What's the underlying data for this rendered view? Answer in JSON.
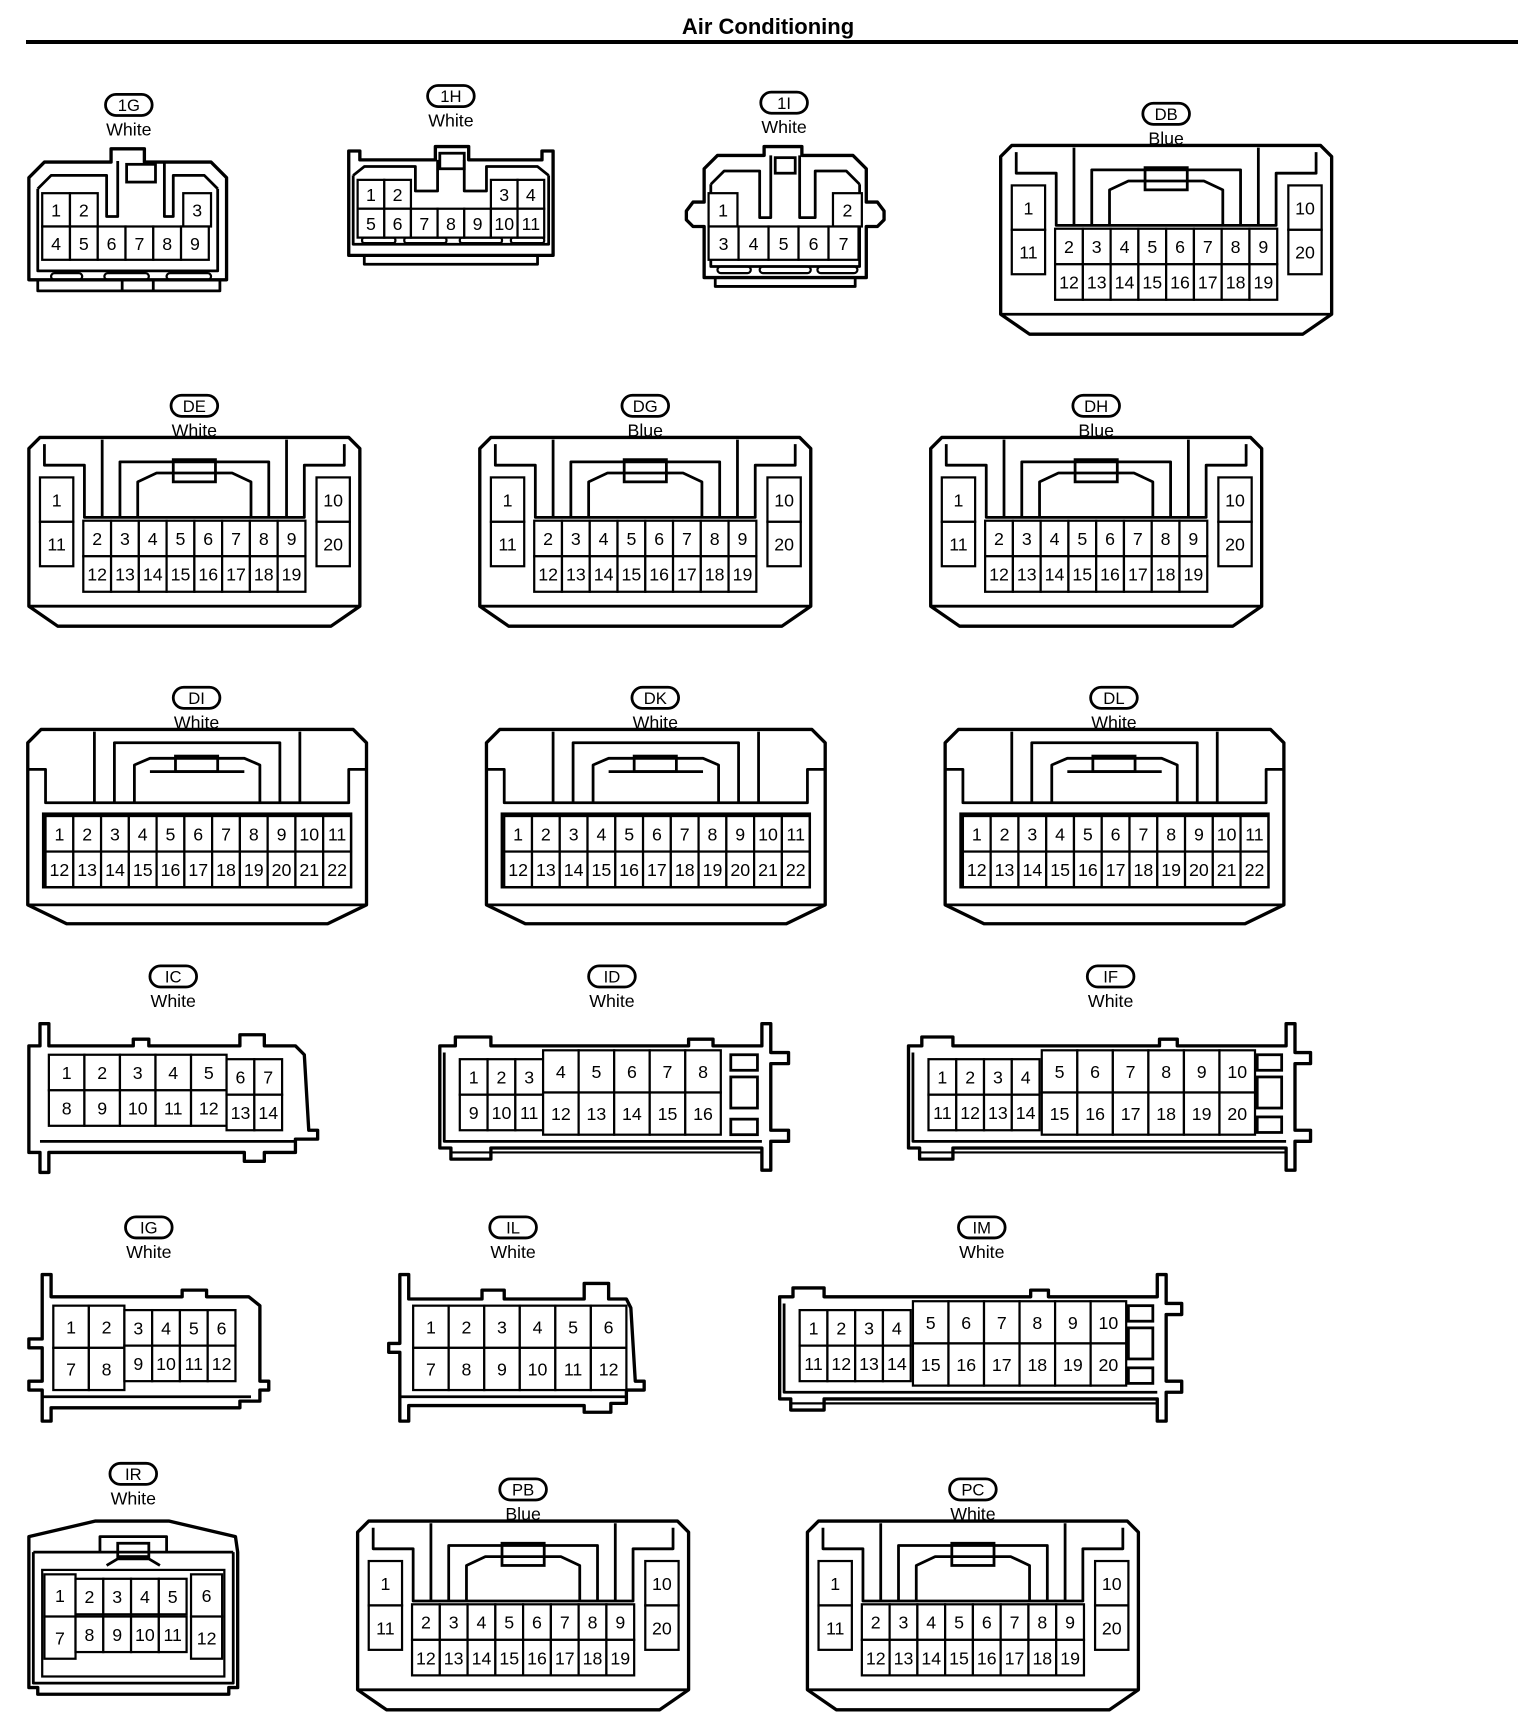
{
  "title": "Air Conditioning",
  "connectors": [
    {
      "code": "1G",
      "color": "White",
      "rows": [
        [
          "1",
          "2",
          "3"
        ],
        [
          "4",
          "5",
          "6",
          "7",
          "8",
          "9"
        ]
      ]
    },
    {
      "code": "1H",
      "color": "White",
      "rows": [
        [
          "1",
          "2",
          "3",
          "4"
        ],
        [
          "5",
          "6",
          "7",
          "8",
          "9",
          "10",
          "11"
        ]
      ]
    },
    {
      "code": "1I",
      "color": "White",
      "rows": [
        [
          "1",
          "2"
        ],
        [
          "3",
          "4",
          "5",
          "6",
          "7"
        ]
      ]
    },
    {
      "code": "DB",
      "color": "Blue",
      "rows": [
        [
          "1",
          "10"
        ],
        [
          "11",
          "20"
        ],
        [
          "2",
          "3",
          "4",
          "5",
          "6",
          "7",
          "8",
          "9"
        ],
        [
          "12",
          "13",
          "14",
          "15",
          "16",
          "17",
          "18",
          "19"
        ]
      ]
    },
    {
      "code": "DE",
      "color": "White",
      "rows": [
        [
          "1",
          "10"
        ],
        [
          "11",
          "20"
        ],
        [
          "2",
          "3",
          "4",
          "5",
          "6",
          "7",
          "8",
          "9"
        ],
        [
          "12",
          "13",
          "14",
          "15",
          "16",
          "17",
          "18",
          "19"
        ]
      ]
    },
    {
      "code": "DG",
      "color": "Blue",
      "rows": [
        [
          "1",
          "10"
        ],
        [
          "11",
          "20"
        ],
        [
          "2",
          "3",
          "4",
          "5",
          "6",
          "7",
          "8",
          "9"
        ],
        [
          "12",
          "13",
          "14",
          "15",
          "16",
          "17",
          "18",
          "19"
        ]
      ]
    },
    {
      "code": "DH",
      "color": "Blue",
      "rows": [
        [
          "1",
          "10"
        ],
        [
          "11",
          "20"
        ],
        [
          "2",
          "3",
          "4",
          "5",
          "6",
          "7",
          "8",
          "9"
        ],
        [
          "12",
          "13",
          "14",
          "15",
          "16",
          "17",
          "18",
          "19"
        ]
      ]
    },
    {
      "code": "DI",
      "color": "White",
      "rows": [
        [
          "1",
          "2",
          "3",
          "4",
          "5",
          "6",
          "7",
          "8",
          "9",
          "10",
          "11"
        ],
        [
          "12",
          "13",
          "14",
          "15",
          "16",
          "17",
          "18",
          "19",
          "20",
          "21",
          "22"
        ]
      ]
    },
    {
      "code": "DK",
      "color": "White",
      "rows": [
        [
          "1",
          "2",
          "3",
          "4",
          "5",
          "6",
          "7",
          "8",
          "9",
          "10",
          "11"
        ],
        [
          "12",
          "13",
          "14",
          "15",
          "16",
          "17",
          "18",
          "19",
          "20",
          "21",
          "22"
        ]
      ]
    },
    {
      "code": "DL",
      "color": "White",
      "rows": [
        [
          "1",
          "2",
          "3",
          "4",
          "5",
          "6",
          "7",
          "8",
          "9",
          "10",
          "11"
        ],
        [
          "12",
          "13",
          "14",
          "15",
          "16",
          "17",
          "18",
          "19",
          "20",
          "21",
          "22"
        ]
      ]
    },
    {
      "code": "IC",
      "color": "White",
      "rows": [
        [
          "1",
          "2",
          "3",
          "4",
          "5",
          "6",
          "7"
        ],
        [
          "8",
          "9",
          "10",
          "11",
          "12",
          "13",
          "14"
        ]
      ]
    },
    {
      "code": "ID",
      "color": "White",
      "rows": [
        [
          "1",
          "2",
          "3",
          "4",
          "5",
          "6",
          "7",
          "8"
        ],
        [
          "9",
          "10",
          "11",
          "12",
          "13",
          "14",
          "15",
          "16"
        ]
      ]
    },
    {
      "code": "IF",
      "color": "White",
      "rows": [
        [
          "1",
          "2",
          "3",
          "4",
          "5",
          "6",
          "7",
          "8",
          "9",
          "10"
        ],
        [
          "11",
          "12",
          "13",
          "14",
          "15",
          "16",
          "17",
          "18",
          "19",
          "20"
        ]
      ]
    },
    {
      "code": "IG",
      "color": "White",
      "rows": [
        [
          "1",
          "2",
          "3",
          "4",
          "5",
          "6"
        ],
        [
          "7",
          "8",
          "9",
          "10",
          "11",
          "12"
        ]
      ]
    },
    {
      "code": "IL",
      "color": "White",
      "rows": [
        [
          "1",
          "2",
          "3",
          "4",
          "5",
          "6"
        ],
        [
          "7",
          "8",
          "9",
          "10",
          "11",
          "12"
        ]
      ]
    },
    {
      "code": "IM",
      "color": "White",
      "rows": [
        [
          "1",
          "2",
          "3",
          "4",
          "5",
          "6",
          "7",
          "8",
          "9",
          "10"
        ],
        [
          "11",
          "12",
          "13",
          "14",
          "15",
          "16",
          "17",
          "18",
          "19",
          "20"
        ]
      ]
    },
    {
      "code": "IR",
      "color": "White",
      "rows": [
        [
          "1",
          "2",
          "3",
          "4",
          "5",
          "6"
        ],
        [
          "7",
          "8",
          "9",
          "10",
          "11",
          "12"
        ]
      ]
    },
    {
      "code": "PB",
      "color": "Blue",
      "rows": [
        [
          "1",
          "10"
        ],
        [
          "11",
          "20"
        ],
        [
          "2",
          "3",
          "4",
          "5",
          "6",
          "7",
          "8",
          "9"
        ],
        [
          "12",
          "13",
          "14",
          "15",
          "16",
          "17",
          "18",
          "19"
        ]
      ]
    },
    {
      "code": "PC",
      "color": "White",
      "rows": [
        [
          "1",
          "10"
        ],
        [
          "11",
          "20"
        ],
        [
          "2",
          "3",
          "4",
          "5",
          "6",
          "7",
          "8",
          "9"
        ],
        [
          "12",
          "13",
          "14",
          "15",
          "16",
          "17",
          "18",
          "19"
        ]
      ]
    }
  ]
}
